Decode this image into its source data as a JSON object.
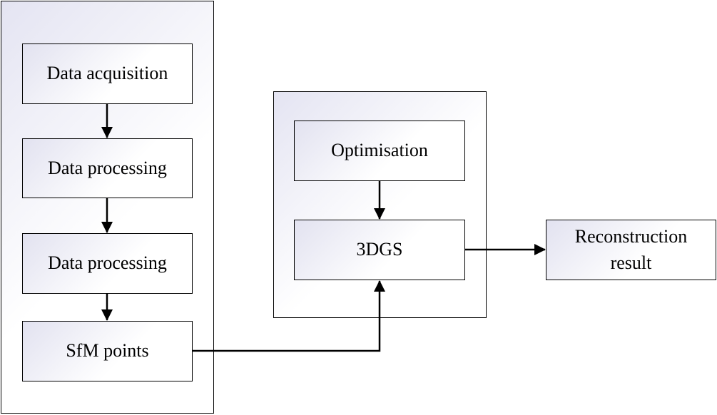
{
  "nodes": {
    "data_acquisition": "Data acquisition",
    "data_processing_1": "Data processing",
    "data_processing_2": "Data processing",
    "sfm_points": "SfM points",
    "optimisation": "Optimisation",
    "three_dgs": "3DGS",
    "reconstruction_result_line1": "Reconstruction",
    "reconstruction_result_line2": "result"
  },
  "colors": {
    "stroke": "#000000",
    "box_gradient_start": "#e2e2f0",
    "box_gradient_end": "#ffffff"
  }
}
